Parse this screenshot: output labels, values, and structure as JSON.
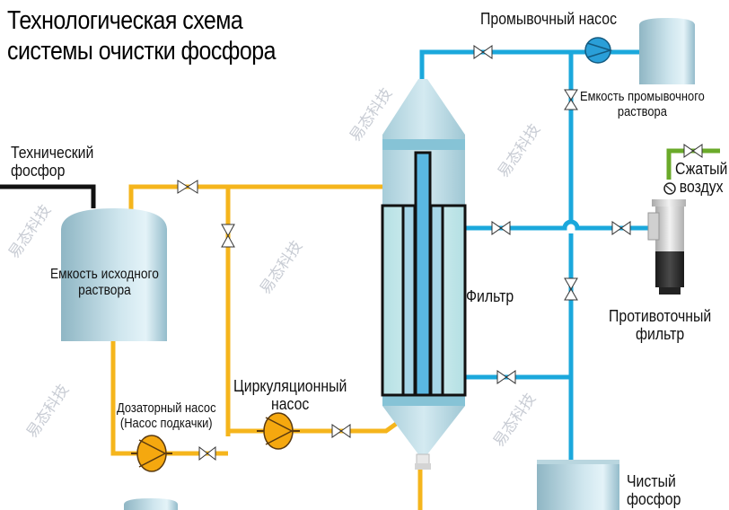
{
  "title": {
    "line1": "Технологическая схема",
    "line2": "системы очистки фосфора"
  },
  "labels": {
    "raw_phosphorus": [
      "Технический",
      "фосфор"
    ],
    "feed_tank": [
      "Емкость исходного",
      "раствора"
    ],
    "dosing_pump": [
      "Дозаторный насос",
      "(Насос подкачки)"
    ],
    "circulation_pump": [
      "Циркуляционный",
      "насос"
    ],
    "filter": "Фильтр",
    "wash_pump": "Промывочный насос",
    "wash_tank": [
      "Емкость промывочного",
      "раствора"
    ],
    "compressed_air": [
      "Сжатый",
      "воздух"
    ],
    "backflow_filter": [
      "Противоточный",
      "фильтр"
    ],
    "pure_phosphorus": [
      "Чистый",
      "фосфор"
    ]
  },
  "watermark": "易态科技",
  "colors": {
    "feed_line": "#f5b51c",
    "wash_line": "#1ba8dc",
    "air_line": "#6aaa2a",
    "raw_line": "#111111",
    "pump_orange": "#f5a80f",
    "pump_blue": "#2a9fd8",
    "tank": "#a9cbd6"
  }
}
